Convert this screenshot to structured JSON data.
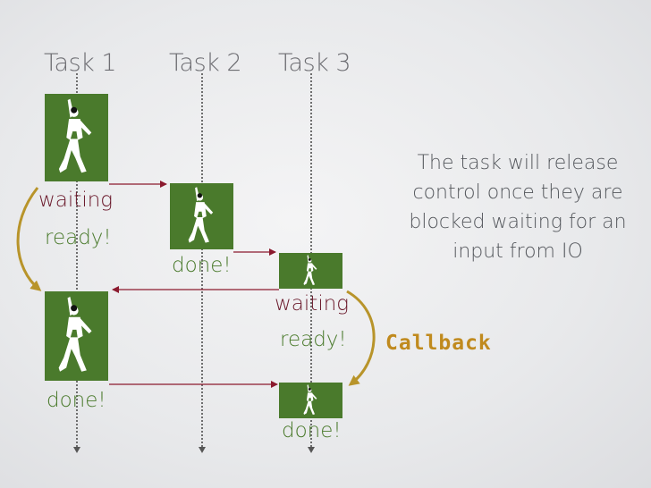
{
  "tasks": [
    {
      "label": "Task 1"
    },
    {
      "label": "Task 2"
    },
    {
      "label": "Task 3"
    }
  ],
  "states": {
    "t1_waiting": "waiting",
    "t1_ready": "ready!",
    "t1_done": "done!",
    "t2_done": "done!",
    "t3_waiting": "waiting",
    "t3_ready": "ready!",
    "t3_done": "done!"
  },
  "note": "The task will release control once they are blocked waiting for an input from IO",
  "callback_label": "Callback",
  "colors": {
    "tile": "#4a7a2c",
    "waiting": "#6b1a2c",
    "ready": "#4a7a2c",
    "arrow": "#8b1a2e",
    "callback": "#c08a1e"
  }
}
